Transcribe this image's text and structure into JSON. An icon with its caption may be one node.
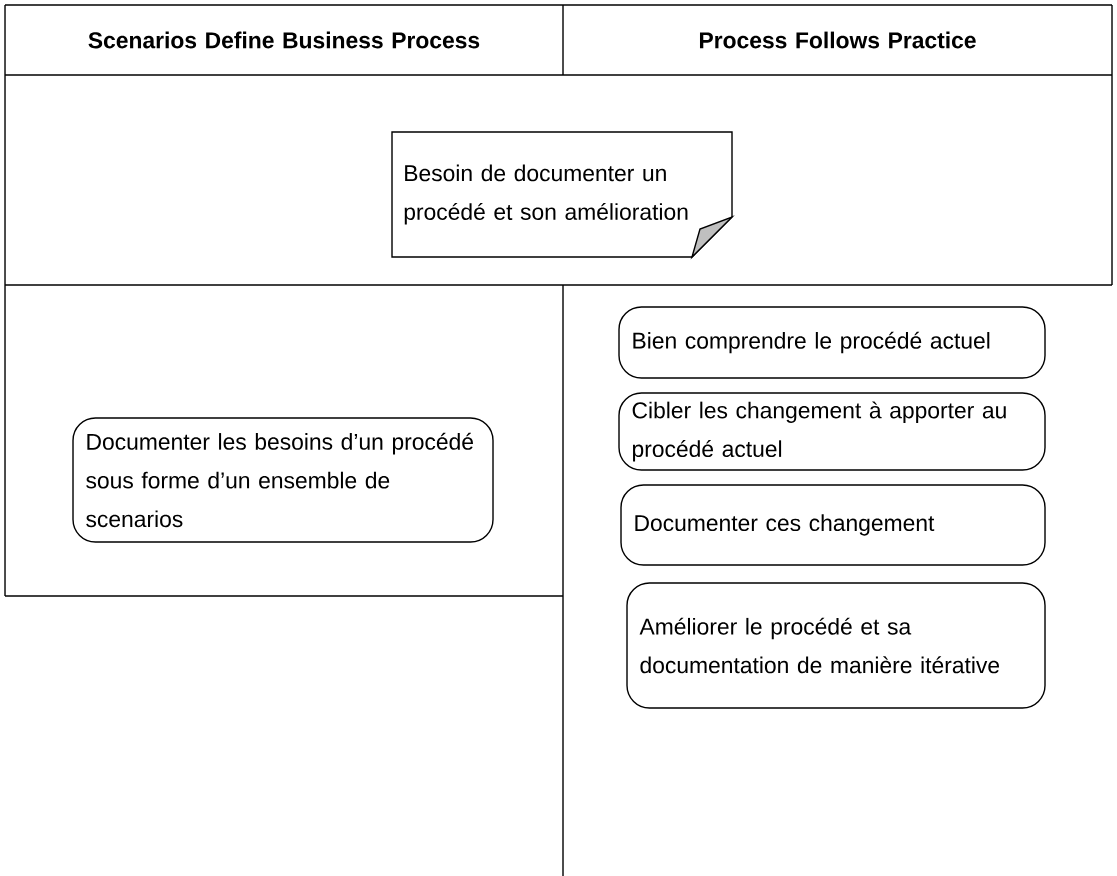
{
  "diagram": {
    "nodes": [
      {
        "text": [
          "Scenarios Define Business Process"
        ]
      },
      {
        "text": [
          "Process Follows Practice"
        ]
      },
      {
        "text": [
          "Besoin de documenter un procédé et son amélioration"
        ]
      },
      {
        "text": [
          "Documenter les besoins d’un procédé sous forme d’un ensemble de scenarios"
        ]
      },
      {
        "text": [
          "Bien comprendre le procédé actuel"
        ]
      },
      {
        "text": [
          "Cibler les changement à apporter au procédé actuel"
        ]
      },
      {
        "text": [
          "Documenter ces changement"
        ]
      },
      {
        "text": [
          "Améliorer le procédé et sa documentation de manière itérative"
        ]
      }
    ]
  }
}
